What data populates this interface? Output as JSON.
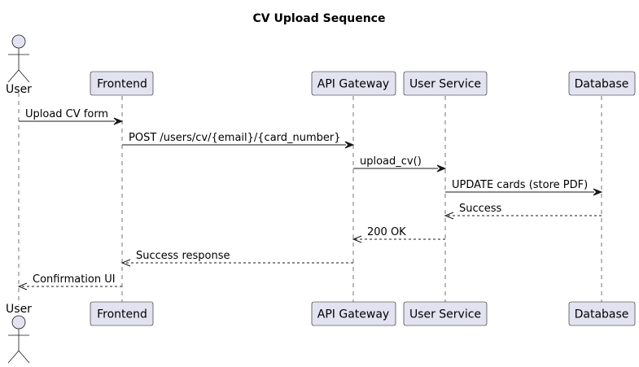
{
  "diagram": {
    "title": "CV Upload Sequence",
    "participants": [
      {
        "id": "user",
        "label": "User",
        "kind": "actor"
      },
      {
        "id": "frontend",
        "label": "Frontend",
        "kind": "participant"
      },
      {
        "id": "gateway",
        "label": "API Gateway",
        "kind": "participant"
      },
      {
        "id": "userservice",
        "label": "User Service",
        "kind": "participant"
      },
      {
        "id": "database",
        "label": "Database",
        "kind": "participant"
      }
    ],
    "messages": [
      {
        "from": "user",
        "to": "frontend",
        "label": "Upload CV form",
        "type": "call"
      },
      {
        "from": "frontend",
        "to": "gateway",
        "label": "POST /users/cv/{email}/{card_number}",
        "type": "call"
      },
      {
        "from": "gateway",
        "to": "userservice",
        "label": "upload_cv()",
        "type": "call"
      },
      {
        "from": "userservice",
        "to": "database",
        "label": "UPDATE cards (store PDF)",
        "type": "call"
      },
      {
        "from": "database",
        "to": "userservice",
        "label": "Success",
        "type": "return"
      },
      {
        "from": "userservice",
        "to": "gateway",
        "label": "200 OK",
        "type": "return"
      },
      {
        "from": "gateway",
        "to": "frontend",
        "label": "Success response",
        "type": "return"
      },
      {
        "from": "frontend",
        "to": "user",
        "label": "Confirmation UI",
        "type": "return"
      }
    ],
    "colors": {
      "participant_fill": "#E2E2F0",
      "border": "#181818",
      "background": "#FFFFFF"
    }
  }
}
